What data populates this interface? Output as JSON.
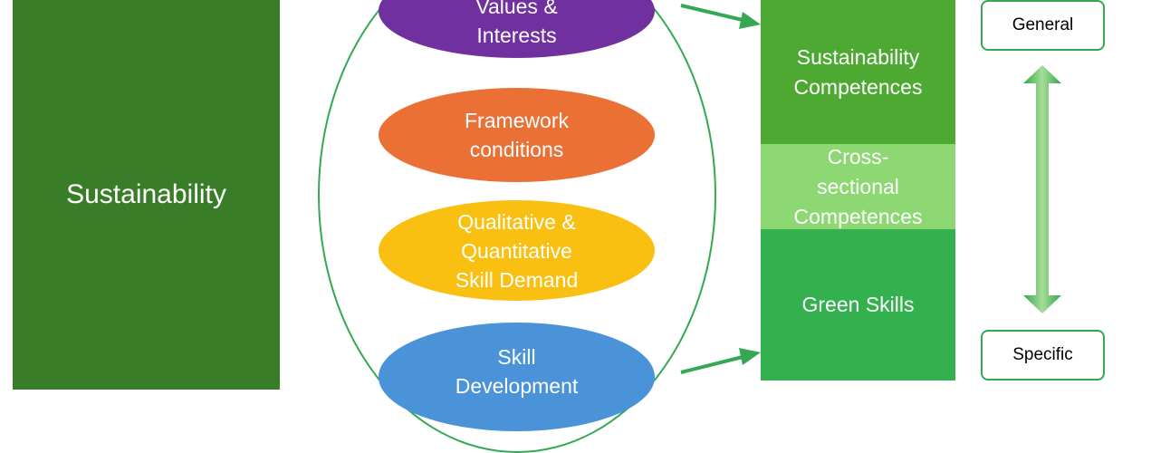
{
  "sustainability": {
    "label": "Sustainability"
  },
  "ovals": {
    "values": {
      "lines": [
        "Values &",
        "Interests"
      ],
      "color": "#7030a0"
    },
    "framework": {
      "lines": [
        "Framework",
        "conditions"
      ],
      "color": "#ea7035"
    },
    "skill_demand": {
      "lines": [
        "Qualitative &",
        "Quantitative",
        "Skill Demand"
      ],
      "color": "#fac011"
    },
    "skill_dev": {
      "lines": [
        "Skill",
        "Development"
      ],
      "color": "#4a93d8"
    }
  },
  "competence_stack": {
    "sustainability": {
      "lines": [
        "Sustainability",
        "Competences"
      ],
      "color": "#4ea933"
    },
    "cross_sectional": {
      "lines": [
        "Cross-",
        "sectional",
        "Competences"
      ],
      "color": "#8ed874"
    },
    "green_skills": {
      "lines": [
        "Green Skills"
      ],
      "color": "#33b14f"
    }
  },
  "scale": {
    "general": "General",
    "specific": "Specific"
  },
  "colors": {
    "outline_green": "#34a853",
    "dark_green": "#3a7d28"
  }
}
